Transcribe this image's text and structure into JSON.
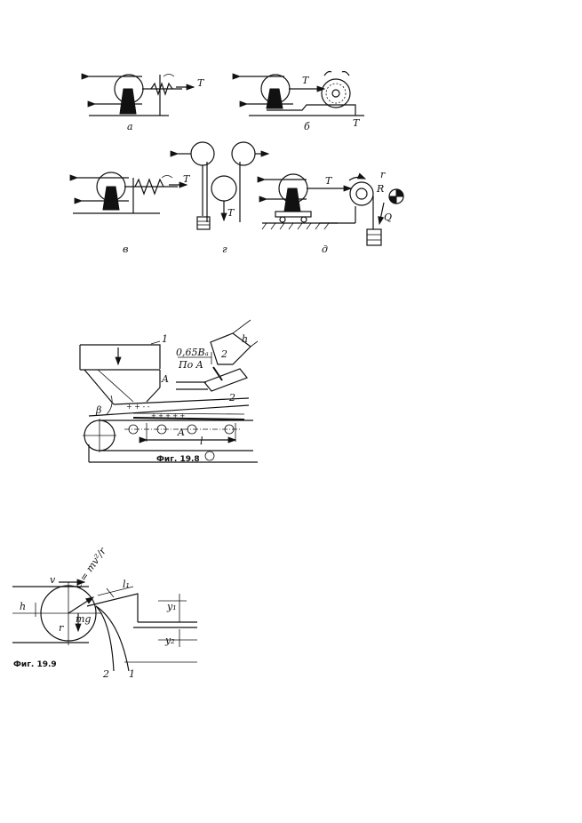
{
  "fig_top": {
    "a": {
      "T": "T",
      "sub": "a"
    },
    "b": {
      "T": "T",
      "sub": "б",
      "T2": "T"
    },
    "v": {
      "T": "T",
      "sub": "в"
    },
    "g": {
      "T": "T",
      "sub": "г"
    },
    "d": {
      "T": "T",
      "sub": "д",
      "r": "r",
      "R": "R",
      "Q": "Q"
    }
  },
  "fig_19_8": {
    "label_1": "1",
    "label_2": "2",
    "label_2b": "2",
    "dim": "0,65Bₐ",
    "h": "h",
    "view": "По A",
    "A1": "A",
    "A2": "A",
    "beta": "β",
    "l": "l",
    "caption": "Фиг. 19.8"
  },
  "fig_19_9": {
    "v": "v",
    "c": "c = mv²/r",
    "h": "h",
    "mg": "mg",
    "r": "r",
    "l1": "l₁",
    "y1": "y₁",
    "y2": "y₂",
    "n2": "2",
    "n1": "1",
    "caption": "Фиг. 19.9"
  }
}
